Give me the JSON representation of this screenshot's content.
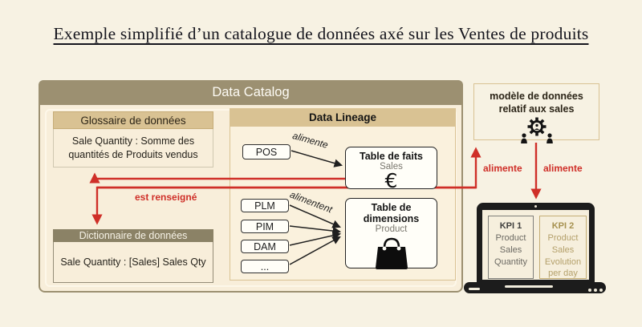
{
  "title": "Exemple simplifié d’un catalogue de données axé sur les Ventes de produits",
  "catalog": {
    "header": "Data Catalog",
    "glossary": {
      "header": "Glossaire de données",
      "body": "Sale Quantity : Somme des quantités de Produits vendus"
    },
    "dictionary": {
      "header": "Dictionnaire de données",
      "body": "Sale Quantity : [Sales] Sales Qty"
    },
    "lineage": {
      "header": "Data Lineage",
      "source_fact": "POS",
      "sources_dim": [
        "PLM",
        "PIM",
        "DAM",
        "..."
      ],
      "fact_table": {
        "title": "Table de faits",
        "subtitle": "Sales",
        "symbol": "€",
        "icon": "euro-icon"
      },
      "dim_table": {
        "title": "Table de dimensions",
        "subtitle": "Product",
        "icon": "handbag-icon"
      },
      "label_fact": "alimente",
      "label_dim": "alimentent"
    }
  },
  "model_box": {
    "line1": "modèle de données",
    "line2": "relatif aux sales",
    "icon": "gear-people-icon"
  },
  "red_labels": {
    "filled": "est renseigné",
    "feeds_model": "alimente",
    "feeds_kpi": "alimente"
  },
  "kpis": [
    {
      "title": "KPI 1",
      "body": "Product Sales Quantity"
    },
    {
      "title": "KPI 2",
      "body": "Product Sales Evolution per day"
    }
  ],
  "colors": {
    "background": "#f7f2e3",
    "catalog_header": "#9c9071",
    "tan_header": "#d9c293",
    "dictionary_header": "#8b8266",
    "accent_red": "#cf2f28",
    "kpi2_gold": "#b4a06b",
    "box_black": "#232323"
  }
}
